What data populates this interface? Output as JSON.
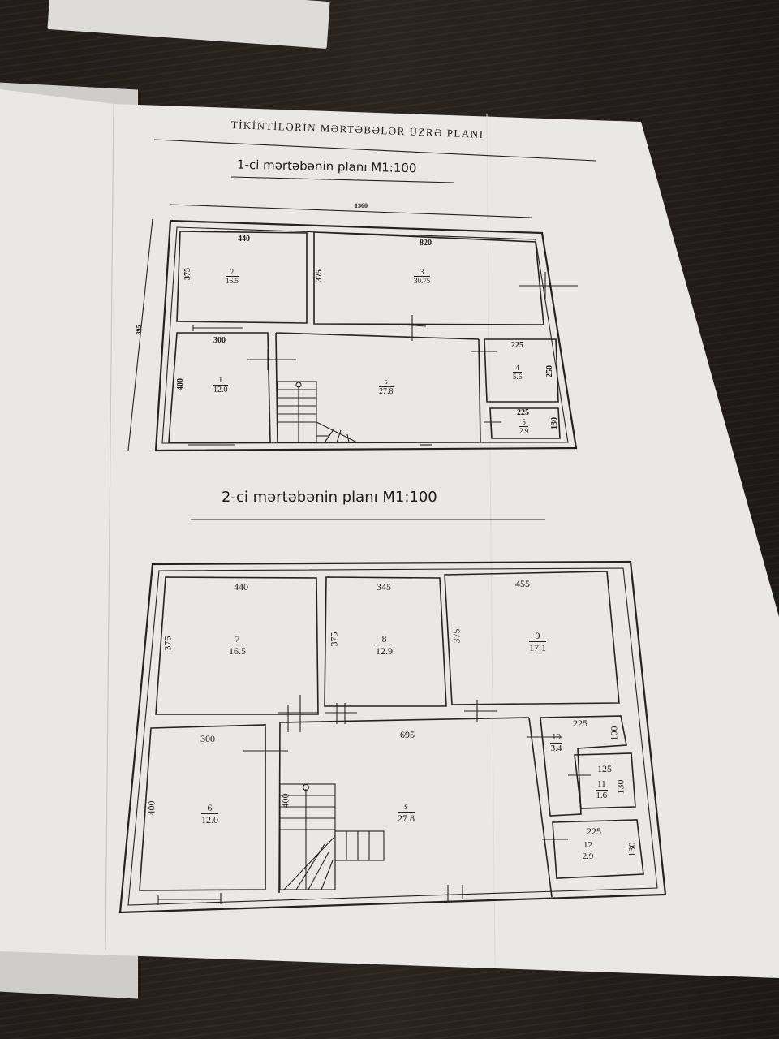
{
  "document": {
    "title": "TİKİNTİLƏRİN MƏRTƏBƏLƏR ÜZRƏ PLANI"
  },
  "floor1": {
    "heading": "1-ci mərtəbənin planı M1:100",
    "dims": {
      "overall_width": "1360",
      "overall_depth": "895",
      "room2_width": "440",
      "room2_depth": "375",
      "room3_width": "820",
      "room3_depth": "375",
      "room1_width": "300",
      "room1_depth": "400",
      "room4_width": "225",
      "room4_depth": "250",
      "room5_width": "225",
      "room5_depth": "130"
    },
    "rooms": [
      {
        "number": "1",
        "area": "12.0"
      },
      {
        "number": "2",
        "area": "16.5"
      },
      {
        "number": "3",
        "area": "30.75"
      },
      {
        "number": "4",
        "area": "5.6"
      },
      {
        "number": "5",
        "area": "2.9"
      },
      {
        "number": "s",
        "area": "27.8"
      }
    ]
  },
  "floor2": {
    "heading": "2-ci mərtəbənin planı M1:100",
    "dims": {
      "room7_width": "440",
      "room7_depth": "375",
      "room8_width": "345",
      "room8_depth": "375",
      "room9_width": "455",
      "room9_depth": "375",
      "room6_width": "300",
      "room6_depth": "400",
      "hall_width": "695",
      "stair_depth": "400",
      "room10_width": "225",
      "room10_depth": "100",
      "room11_width": "125",
      "room11_depth": "130",
      "room12_width": "225",
      "room12_depth": "130"
    },
    "rooms": [
      {
        "number": "6",
        "area": "12.0"
      },
      {
        "number": "7",
        "area": "16.5"
      },
      {
        "number": "8",
        "area": "12.9"
      },
      {
        "number": "9",
        "area": "17.1"
      },
      {
        "number": "10",
        "area": "3.4"
      },
      {
        "number": "11",
        "area": "1.6"
      },
      {
        "number": "12",
        "area": "2.9"
      },
      {
        "number": "s",
        "area": "27.8"
      }
    ]
  }
}
